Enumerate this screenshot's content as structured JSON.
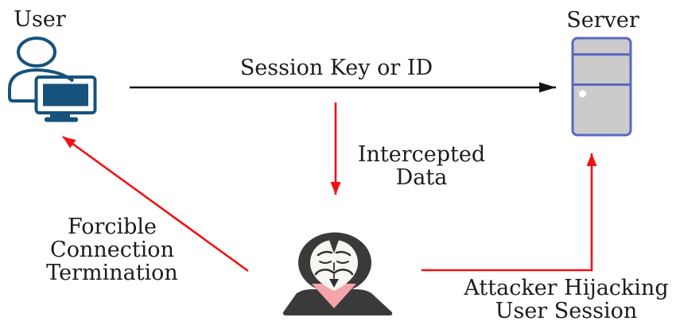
{
  "colors": {
    "arrow_red": "#f30f14",
    "arrow_black": "#141414",
    "text": "#1c1c1c",
    "user_blue": "#16527c",
    "server_fill": "#cbcbcb",
    "server_border": "#5a67c4",
    "attacker_dark": "#3a3a3a",
    "mask_cream": "#f8f6f1",
    "scarf_pink": "#f4a4ab"
  },
  "nodes": {
    "user": {
      "label": "User",
      "icon": "person-at-monitor-icon"
    },
    "server": {
      "label": "Server",
      "icon": "server-tower-icon"
    },
    "attacker": {
      "icon": "hooded-hacker-mask-icon"
    }
  },
  "edges": {
    "session_key": {
      "label": "Session Key or ID",
      "from": "User",
      "to": "Server",
      "color": "#141414"
    },
    "intercepted": {
      "label_lines": [
        "Intercepted",
        "Data"
      ],
      "from": "Session Key or ID",
      "to": "Attacker",
      "color": "#f30f14"
    },
    "forcible": {
      "label_lines": [
        "Forcible",
        "Connection",
        "Termination"
      ],
      "from": "Attacker",
      "to": "User",
      "color": "#f30f14"
    },
    "hijack": {
      "label_lines": [
        "Attacker Hijacking",
        "User Session"
      ],
      "from": "Attacker",
      "to": "Server",
      "color": "#f30f14"
    }
  }
}
